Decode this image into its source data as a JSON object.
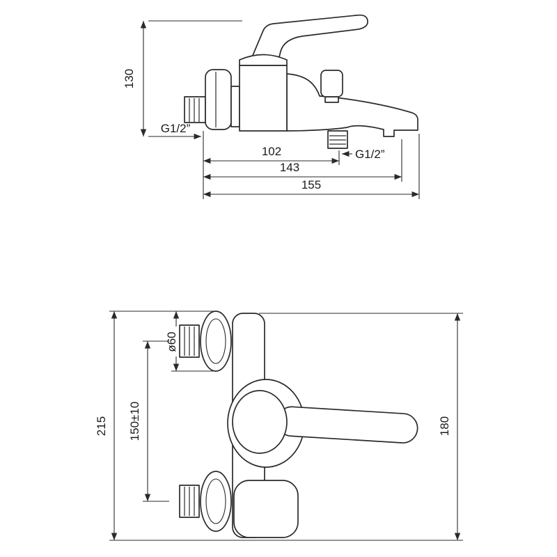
{
  "title": "Bath mixer technical drawing",
  "colors": {
    "background": "#ffffff",
    "line": "#2a2a2a",
    "text": "#1b1b1b"
  },
  "side_view": {
    "labels": {
      "height": "130",
      "wall_thread": "G1/2”",
      "spout_projection": "102",
      "shower_outlet_thread": "G1/2”",
      "length_to_outlet": "143",
      "overall_length": "155"
    }
  },
  "front_view": {
    "labels": {
      "overall_height": "215",
      "inlet_spacing": "150±10",
      "flange_diameter": "ø60",
      "body_height": "180"
    }
  }
}
